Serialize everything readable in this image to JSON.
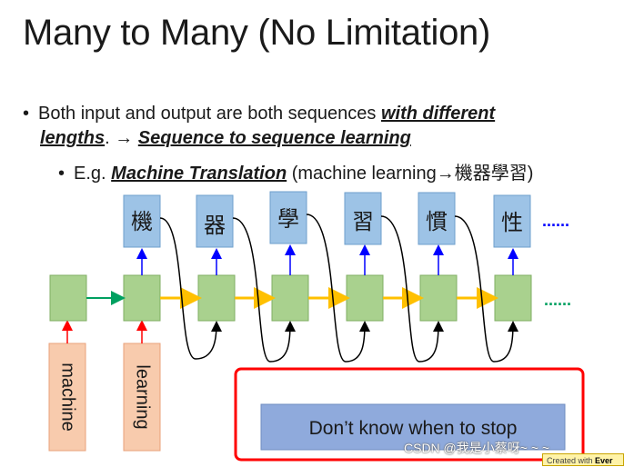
{
  "title": "Many to Many (No Limitation)",
  "bullets": {
    "b1_pre": "Both input and output are both sequences ",
    "b1_emph": "with different",
    "b1_cont_emph": "lengths",
    "b1_mid": ". → ",
    "b1_emph2": "Sequence to sequence learning",
    "b2_pre": "E.g. ",
    "b2_emph": "Machine Translation",
    "b2_post": " (machine learning→機器學習)"
  },
  "diagram": {
    "inputs": [
      "machine",
      "learning"
    ],
    "outputs": [
      "機",
      "器",
      "學",
      "習",
      "慣",
      "性"
    ],
    "ellipsis_top": "......",
    "ellipsis_mid": "......",
    "stop_label": "Don’t know when to stop",
    "colors": {
      "output_box": "#9dc3e6",
      "hidden_box": "#a9d18e",
      "input_box": "#f8cbad",
      "stop_box": "#8faadc",
      "arrow_yellow": "#ffc000",
      "arrow_blue": "#0000ff",
      "arrow_red": "#ff0000",
      "arrow_green": "#00a060",
      "highlight": "#ff0000"
    }
  },
  "watermark": "CSDN @我是小蔡呀~ ~ ~",
  "stamp": {
    "pre": "Created with ",
    "brand": "Ever"
  }
}
